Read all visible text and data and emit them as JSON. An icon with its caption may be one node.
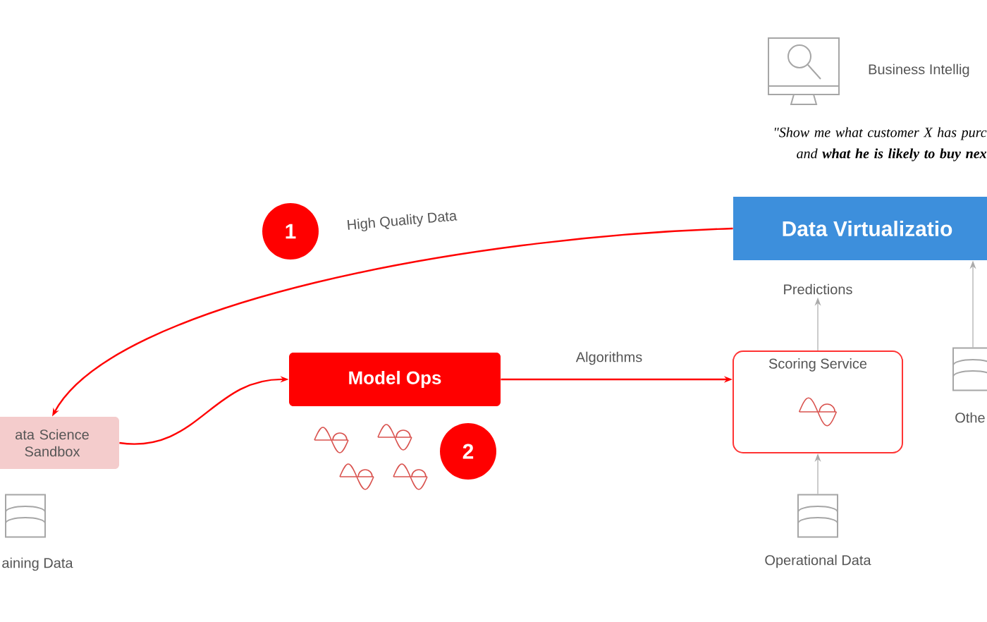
{
  "diagram": {
    "nodes": [
      {
        "text": [
          "1"
        ]
      },
      {
        "text": [
          "Data Virtualizatio"
        ]
      },
      {
        "text": [
          "Predictions"
        ]
      },
      {
        "text": [
          "Model Ops"
        ]
      },
      {
        "text": [
          "Scoring Service"
        ]
      },
      {
        "text": [],
        "shape": "cylinder",
        "beside": [
          "Othe"
        ]
      },
      {
        "text": [
          "ata Science Sandbox"
        ]
      },
      {
        "text": [
          "2"
        ]
      },
      {
        "text": [],
        "shape": "cylinder",
        "beside": [
          "aining Data"
        ]
      },
      {
        "text": [],
        "shape": "cylinder",
        "beside": [
          "Operational Data"
        ]
      }
    ],
    "edges": [
      {
        "from": 1,
        "to": 6,
        "arrow": "to",
        "label": "High Quality Data",
        "color": "#ff0000"
      },
      {
        "from": 6,
        "to": 3,
        "arrow": "to",
        "color": "#ff0000"
      },
      {
        "from": 3,
        "to": 4,
        "arrow": "to",
        "label": "Algorithms",
        "color": "#ff0000"
      },
      {
        "from": 9,
        "to": 4,
        "arrow": "to",
        "color": "#aaaaaa"
      },
      {
        "from": 4,
        "to": 2,
        "arrow": "to",
        "color": "#aaaaaa"
      },
      {
        "from": 5,
        "to": 1,
        "arrow": "to",
        "color": "#aaaaaa"
      }
    ],
    "labels": [
      "Business Intellig",
      "\"Show me what customer X has purc and **what he is likely to buy nex**"
    ]
  }
}
